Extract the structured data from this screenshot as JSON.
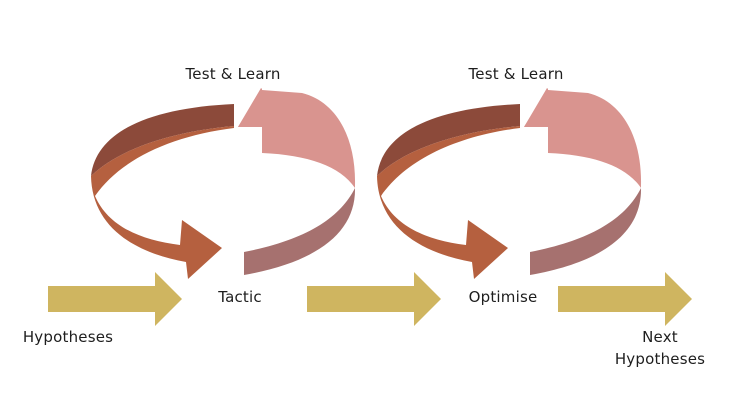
{
  "labels": {
    "test_learn_1": "Test & Learn",
    "test_learn_2": "Test & Learn",
    "tactic": "Tactic",
    "optimise": "Optimise",
    "hypotheses": "Hypotheses",
    "next_line1": "Next",
    "next_line2": "Hypotheses"
  },
  "colors": {
    "flow_arrow": "#cfb560",
    "cycle_top_dark": "#8c4a3a",
    "cycle_left_mid": "#b5603f",
    "cycle_right_light": "#d9948f",
    "cycle_right_dark": "#a6716f",
    "text": "#1e1e1e",
    "background": "#ffffff"
  }
}
